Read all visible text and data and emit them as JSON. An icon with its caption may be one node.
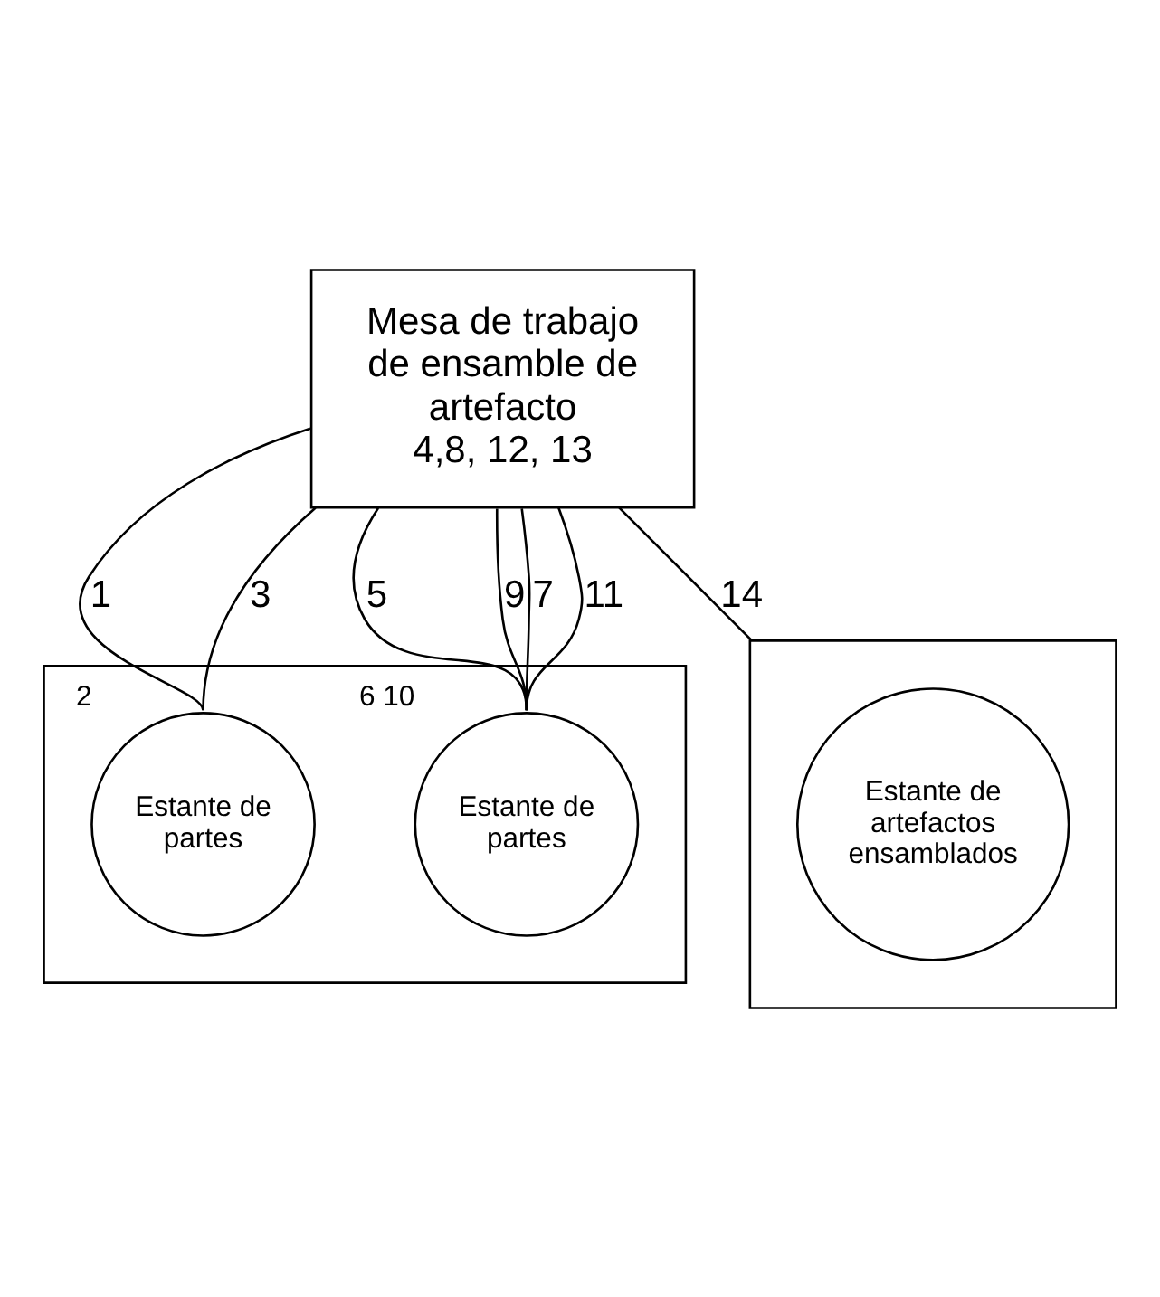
{
  "diagram": {
    "nodes": [
      {
        "text": [
          "Mesa de trabajo de ensamble de artefacto",
          "4,8, 12, 13"
        ]
      },
      {
        "text": [],
        "shape": "box"
      },
      {
        "text": [
          "Estante de partes"
        ],
        "in": 1,
        "beside": [
          "2"
        ]
      },
      {
        "text": [
          "Estante de partes"
        ],
        "in": 1,
        "beside": [
          "6",
          "10"
        ]
      },
      {
        "text": [],
        "shape": "box"
      },
      {
        "text": [
          "Estante de artefactos ensamblados"
        ],
        "in": 4
      }
    ],
    "edges": [
      {
        "from": 0,
        "to": 2,
        "arrow": "none",
        "label": "1"
      },
      {
        "from": 2,
        "to": 0,
        "arrow": "none",
        "label": "3"
      },
      {
        "from": 0,
        "to": 3,
        "arrow": "none",
        "label": "5"
      },
      {
        "from": 3,
        "to": 0,
        "arrow": "none",
        "label": "7"
      },
      {
        "from": 0,
        "to": 3,
        "arrow": "none",
        "label": "9"
      },
      {
        "from": 3,
        "to": 0,
        "arrow": "none",
        "label": "11"
      },
      {
        "from": 0,
        "to": 4,
        "arrow": "none",
        "label": "14"
      }
    ]
  }
}
